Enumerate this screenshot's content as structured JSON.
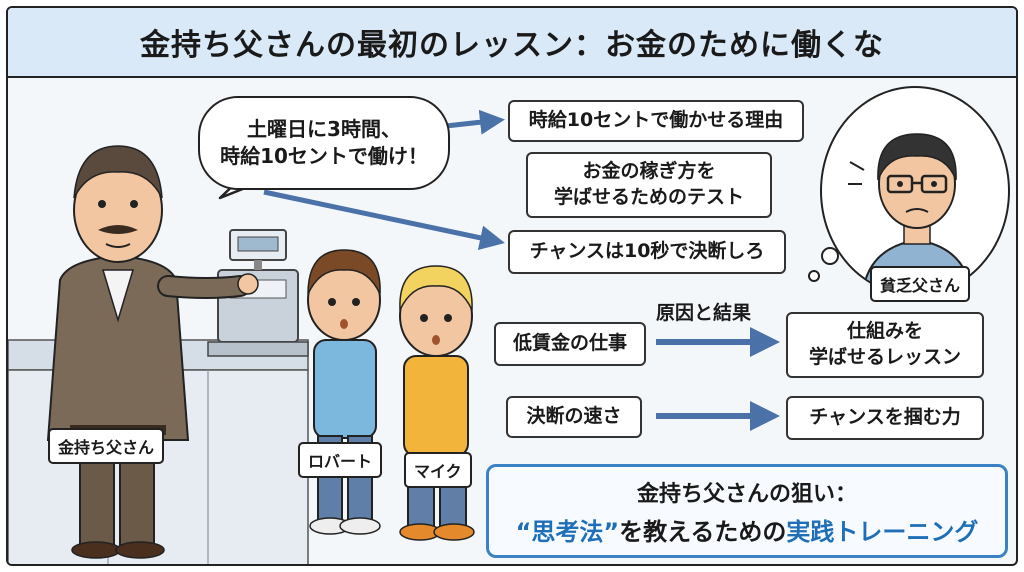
{
  "title": "金持ち父さんの最初のレッスン：お金のために働くな",
  "speech_bubble": {
    "line1": "土曜日に3時間、",
    "line2": "時給10セントで働け！"
  },
  "boxes": {
    "reason": "時給10セントで働かせる理由",
    "test_line1": "お金の稼ぎ方を",
    "test_line2": "学ばせるためのテスト",
    "chance": "チャンスは10秒で決断しろ",
    "low_wage": "低賃金の仕事",
    "mechanism_line1": "仕組みを",
    "mechanism_line2": "学ばせるレッスン",
    "speed": "決断の速さ",
    "grab": "チャンスを掴む力"
  },
  "cause_effect_label": "原因と結果",
  "characters": {
    "rich_dad": "金持ち父さん",
    "robert": "ロバート",
    "mike": "マイク",
    "poor_dad": "貧乏父さん"
  },
  "aim": {
    "line1": "金持ち父さんの狙い：",
    "quote_open": "“",
    "method": "思考法",
    "quote_close": "”",
    "middle": "を教えるための",
    "practical": "実践トレーニング"
  },
  "colors": {
    "title_bg": "#d9e9f7",
    "arrow": "#4a72a8",
    "accent": "#1f6fb8",
    "aim_border": "#3b82c4"
  }
}
